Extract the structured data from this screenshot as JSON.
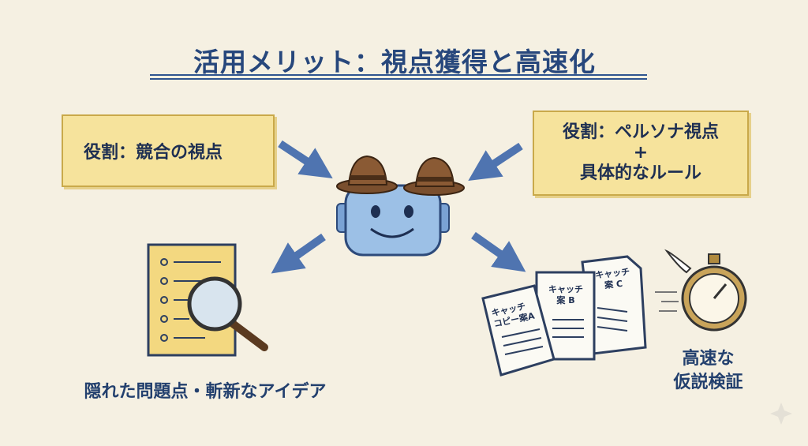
{
  "title": "活用メリット：視点獲得と高速化",
  "left_box": {
    "text": "役割：競合の視点"
  },
  "right_box": {
    "line1": "役割：ペルソナ視点",
    "line2": "+",
    "line3": "具体的なルール"
  },
  "bottom_left_label": "隠れた問題点・斬新なアイデア",
  "bottom_right_label": {
    "line1": "高速な",
    "line2": "仮説検証"
  },
  "documents": [
    {
      "line1": "キャッチ",
      "line2": "コピー案A"
    },
    {
      "line1": "キャッチ",
      "line2": "案 B"
    },
    {
      "line1": "キャッチ",
      "line2": "案 C"
    }
  ],
  "colors": {
    "background": "#f5f0e2",
    "box": "#f6e39c",
    "title": "#27477c",
    "arrow": "#4f74b0",
    "robot": "#8fb6e0"
  }
}
